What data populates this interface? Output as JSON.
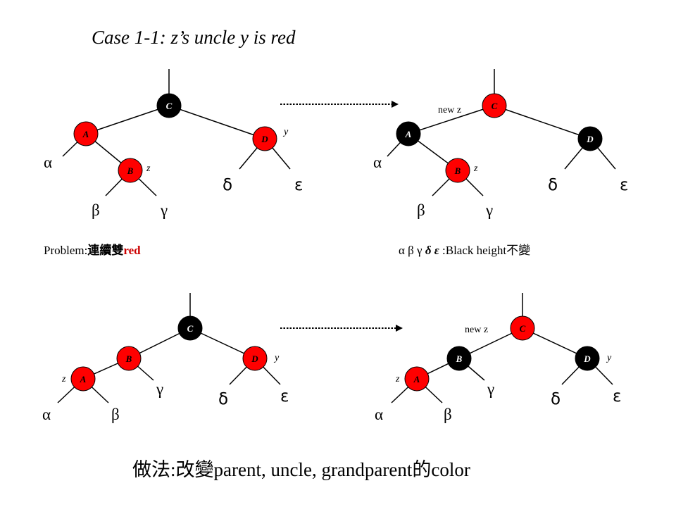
{
  "title": "Case 1-1: z’s uncle y is red",
  "colors": {
    "red": "#ff0000",
    "black": "#000000",
    "problem_red": "#cc0000"
  },
  "captions": {
    "problem_prefix": "Problem:",
    "problem_cjk": "連續雙",
    "problem_red": "red",
    "greek_list": "α β γ ",
    "greek_italic": "δ ε",
    "black_height": " :Black height",
    "black_height_cjk": "不變",
    "method_cjk_1": "做法:改變",
    "method_text": "parent, uncle, grandparent",
    "method_cjk_2": "的",
    "method_text_2": "color"
  },
  "diagrams": [
    {
      "id": "top-left",
      "nodes": {
        "C": {
          "label": "C",
          "color": "black"
        },
        "A": {
          "label": "A",
          "color": "red"
        },
        "B": {
          "label": "B",
          "color": "red"
        },
        "D": {
          "label": "D",
          "color": "red"
        }
      },
      "marks": {
        "z": "z",
        "y": "y"
      },
      "subtrees": {
        "alpha": "α",
        "beta": "β",
        "gamma": "γ",
        "delta": "δ",
        "epsilon": "ε"
      }
    },
    {
      "id": "top-right",
      "nodes": {
        "C": {
          "label": "C",
          "color": "red"
        },
        "A": {
          "label": "A",
          "color": "black"
        },
        "B": {
          "label": "B",
          "color": "red"
        },
        "D": {
          "label": "D",
          "color": "black"
        }
      },
      "marks": {
        "new_z": "new z",
        "z": "z"
      },
      "subtrees": {
        "alpha": "α",
        "beta": "β",
        "gamma": "γ",
        "delta": "δ",
        "epsilon": "ε"
      }
    },
    {
      "id": "bottom-left",
      "nodes": {
        "C": {
          "label": "C",
          "color": "black"
        },
        "B": {
          "label": "B",
          "color": "red"
        },
        "A": {
          "label": "A",
          "color": "red"
        },
        "D": {
          "label": "D",
          "color": "red"
        }
      },
      "marks": {
        "z": "z",
        "y": "y"
      },
      "subtrees": {
        "alpha": "α",
        "beta": "β",
        "gamma": "γ",
        "delta": "δ",
        "epsilon": "ε"
      }
    },
    {
      "id": "bottom-right",
      "nodes": {
        "C": {
          "label": "C",
          "color": "red"
        },
        "B": {
          "label": "B",
          "color": "black"
        },
        "A": {
          "label": "A",
          "color": "red"
        },
        "D": {
          "label": "D",
          "color": "black"
        }
      },
      "marks": {
        "new_z": "new z",
        "z": "z",
        "y": "y"
      },
      "subtrees": {
        "alpha": "α",
        "beta": "β",
        "gamma": "γ",
        "delta": "δ",
        "epsilon": "ε"
      }
    }
  ]
}
